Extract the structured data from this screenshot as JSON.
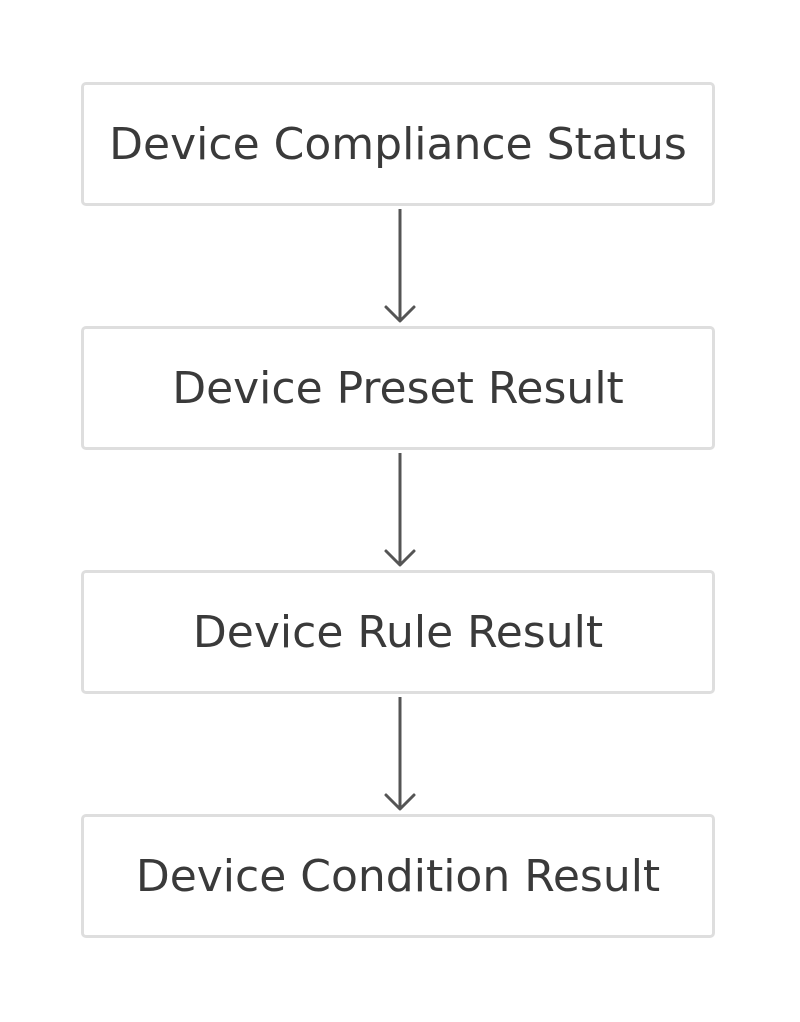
{
  "diagram": {
    "nodes": [
      {
        "label": "Device Compliance Status"
      },
      {
        "label": "Device Preset Result"
      },
      {
        "label": "Device Rule Result"
      },
      {
        "label": "Device Condition Result"
      }
    ],
    "edges": [
      {
        "from": 0,
        "to": 1
      },
      {
        "from": 1,
        "to": 2
      },
      {
        "from": 2,
        "to": 3
      }
    ],
    "colors": {
      "node_border": "#dedede",
      "node_text": "#3a3a3a",
      "arrow": "#555555"
    }
  }
}
